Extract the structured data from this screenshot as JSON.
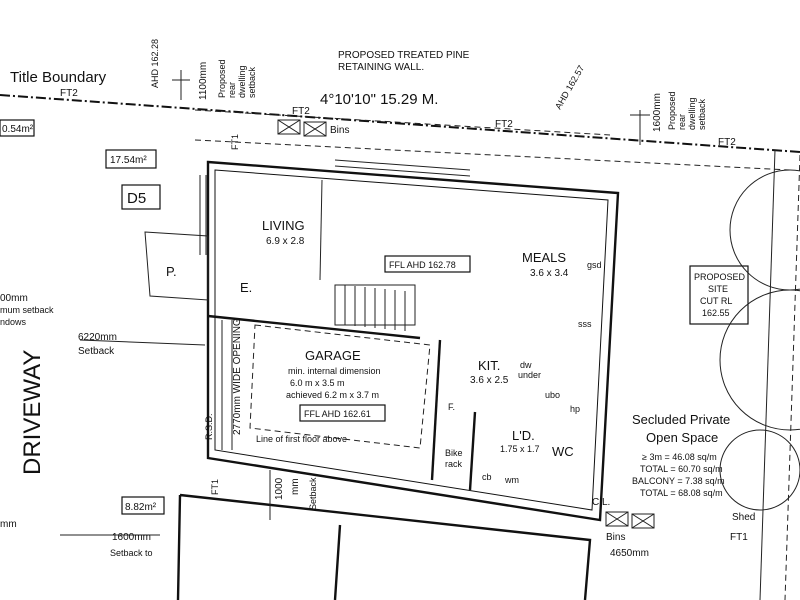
{
  "boundary": {
    "title": "Title Boundary",
    "bearing": "4°10'10\"  15.29 M.",
    "ft2_a": "FT2",
    "ft2_b": "FT2",
    "ft2_c": "FT2",
    "ft2_d": "FT2",
    "ahd_left": "AHD\n162.28",
    "ahd_right": "AHD\n162.57",
    "retaining_wall": [
      "PROPOSED TREATED PINE",
      "RETAINING WALL."
    ],
    "rear_setback_left": "1100mm",
    "rear_setback_left_note": [
      "Proposed",
      "rear",
      "dwelling",
      "setback"
    ],
    "rear_setback_right": "1600mm",
    "rear_setback_right_note": [
      "Proposed",
      "rear",
      "dwelling",
      "setback"
    ],
    "bins_top": "Bins"
  },
  "unit": {
    "id": "D5",
    "area_top": "17.54m²",
    "area_left": "0.54m²",
    "area_bottom": "8.82m²"
  },
  "rooms": {
    "living": {
      "name": "LIVING",
      "dims": "6.9 x 2.8"
    },
    "meals": {
      "name": "MEALS",
      "dims": "3.6 x 3.4"
    },
    "ffl_upper": "FFL AHD 162.78",
    "garage": {
      "name": "GARAGE",
      "note": [
        "min. internal dimension",
        "6.0 m x 3.5 m",
        "achieved 6.2 m x 3.7 m"
      ],
      "ffl": "FFL AHD 162.61"
    },
    "kit": {
      "name": "KIT.",
      "dims": "3.6 x 2.5"
    },
    "ld": {
      "name": "L'D.",
      "dims": "1.75 x 1.7"
    },
    "wc": "WC",
    "p": "P.",
    "e": "E.",
    "gsd": "gsd",
    "dw": "dw\nunder",
    "sss": "sss",
    "ubo": "ubo",
    "hp": "hp",
    "f": "F.",
    "bike_rack": [
      "Bike",
      "rack"
    ],
    "wm": "wm",
    "cb": "cb"
  },
  "site": {
    "driveway": "DRIVEWAY",
    "setback_left": "6220mm",
    "setback_left_label": "Setback",
    "min_setback": [
      "00mm",
      "mum setback",
      "ndows"
    ],
    "rsd": "R.S.D.",
    "wide_opening": "2770mm WIDE OPENING",
    "first_floor_line": "Line of first floor above",
    "proposed_site_cut": [
      "PROPOSED",
      "SITE",
      "CUT RL",
      "162.55"
    ],
    "secluded": [
      "Secluded Private",
      "Open Space"
    ],
    "pos_calc": [
      "≥ 3m = 46.08 sq/m",
      "TOTAL = 60.70 sq/m",
      "BALCONY = 7.38 sq/m",
      "TOTAL = 68.08 sq/m"
    ],
    "cl": "C.L.",
    "shed": "Shed",
    "bins_bottom": "Bins",
    "dim_4650": "4650mm",
    "dim_1000": "1000",
    "dim_1000_unit": "mm",
    "setback_small": "Setback",
    "ft1_a": "FT1",
    "ft1_b": "FT1",
    "dim_1600": "1600mm",
    "setback_to": "Setback to",
    "mm_left": "mm",
    "ft1_right": "FT1"
  }
}
